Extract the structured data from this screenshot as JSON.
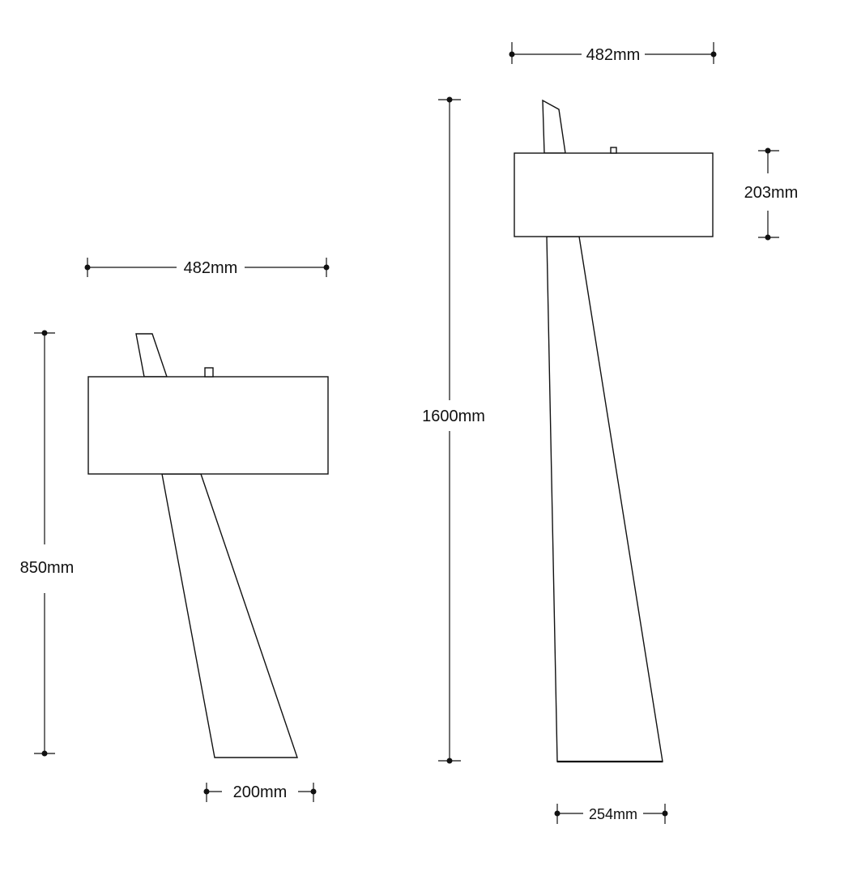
{
  "small_lamp": {
    "width_label": "482mm",
    "height_label": "850mm",
    "base_label": "200mm"
  },
  "floor_lamp": {
    "width_label": "482mm",
    "height_label": "1600mm",
    "shade_height_label": "203mm",
    "base_label": "254mm"
  }
}
